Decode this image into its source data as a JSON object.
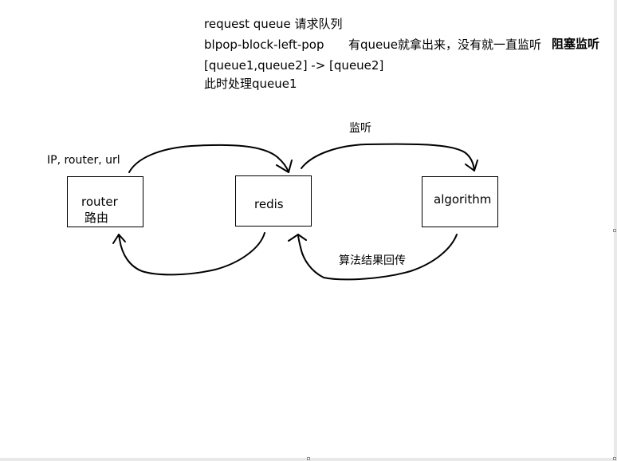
{
  "notes": {
    "line1": "request queue 请求队列",
    "line2": "blpop-block-left-pop",
    "line2_desc": "有queue就拿出来，没有就一直监听",
    "line2_bold": "阻塞监听",
    "line3": "[queue1,queue2] -> [queue2]",
    "line4": "此时处理queue1"
  },
  "labels": {
    "input": "IP, router, url",
    "listen": "监听",
    "result": "算法结果回传"
  },
  "boxes": {
    "router": {
      "label": "router",
      "sublabel": "路由"
    },
    "redis": {
      "label": "redis"
    },
    "algorithm": {
      "label": "algorithm"
    }
  },
  "colors": {
    "background": "#ffffff",
    "stroke": "#000000",
    "frame": "#e9e9e9"
  }
}
